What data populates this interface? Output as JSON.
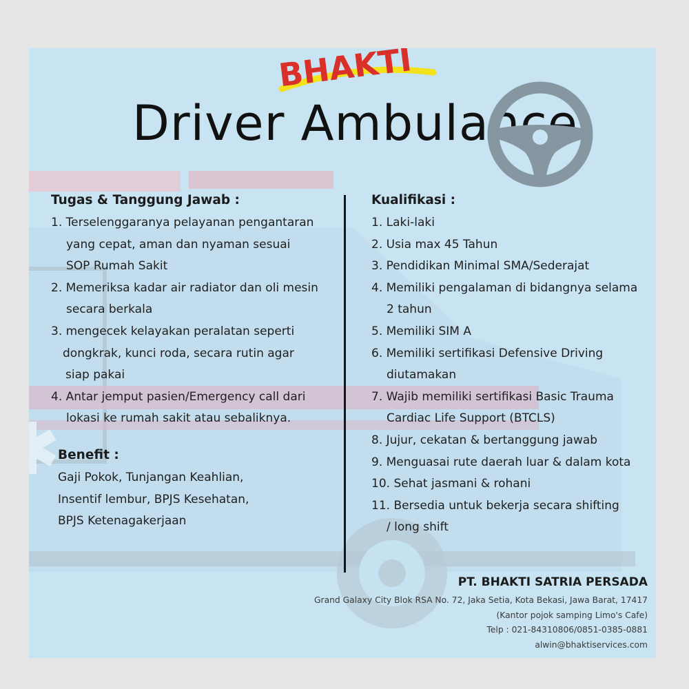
{
  "brand": {
    "logo_text": "BHAKTI"
  },
  "title": "Driver Ambulance",
  "duties": {
    "heading": "Tugas & Tanggung Jawab :",
    "items": [
      [
        "1. Terselenggaranya pelayanan pengantaran",
        "yang cepat, aman dan nyaman sesuai",
        "SOP Rumah Sakit"
      ],
      [
        "2. Memeriksa kadar air radiator dan oli mesin",
        "secara berkala"
      ],
      [
        "3. mengecek kelayakan peralatan seperti",
        "dongkrak, kunci roda, secara rutin agar",
        "siap pakai"
      ],
      [
        "4. Antar jemput pasien/Emergency call dari",
        "lokasi ke rumah sakit atau sebaliknya."
      ]
    ]
  },
  "benefit": {
    "heading": "Benefit :",
    "lines": [
      "Gaji Pokok, Tunjangan Keahlian,",
      "Insentif lembur, BPJS Kesehatan,",
      "BPJS Ketenagakerjaan"
    ]
  },
  "qualifications": {
    "heading": "Kualifikasi :",
    "items": [
      [
        "1. Laki-laki"
      ],
      [
        "2. Usia max 45 Tahun"
      ],
      [
        "3. Pendidikan Minimal SMA/Sederajat"
      ],
      [
        "4. Memiliki pengalaman di bidangnya selama",
        "2 tahun"
      ],
      [
        "5. Memiliki SIM A"
      ],
      [
        "6. Memiliki sertifikasi Defensive Driving",
        "diutamakan"
      ],
      [
        "7. Wajib memiliki sertifikasi Basic Trauma",
        "Cardiac Life Support (BTCLS)"
      ],
      [
        "8. Jujur, cekatan & bertanggung jawab"
      ],
      [
        "9. Menguasai rute daerah luar & dalam kota"
      ],
      [
        "10. Sehat jasmani & rohani"
      ],
      [
        "11. Bersedia untuk bekerja secara shifting",
        "/ long shift"
      ]
    ]
  },
  "company": {
    "name": "PT. BHAKTI SATRIA PERSADA",
    "address": "Grand Galaxy City Blok RSA No. 72, Jaka Setia, Kota Bekasi, Jawa Barat, 17417",
    "note": "(Kantor pojok samping Limo's Cafe)",
    "phone": "Telp : 021-84310806/0851-0385-0881",
    "email": "alwin@bhaktiservices.com"
  },
  "colors": {
    "poster_bg": "#c8e4f3",
    "frame_bg": "#e5e5e5",
    "logo_red": "#d9302a",
    "logo_yellow": "#f3e21b",
    "wheel": "#8797a2"
  },
  "icons": [
    "steering-wheel-icon",
    "ambulance-illustration",
    "medical-star-icon"
  ]
}
